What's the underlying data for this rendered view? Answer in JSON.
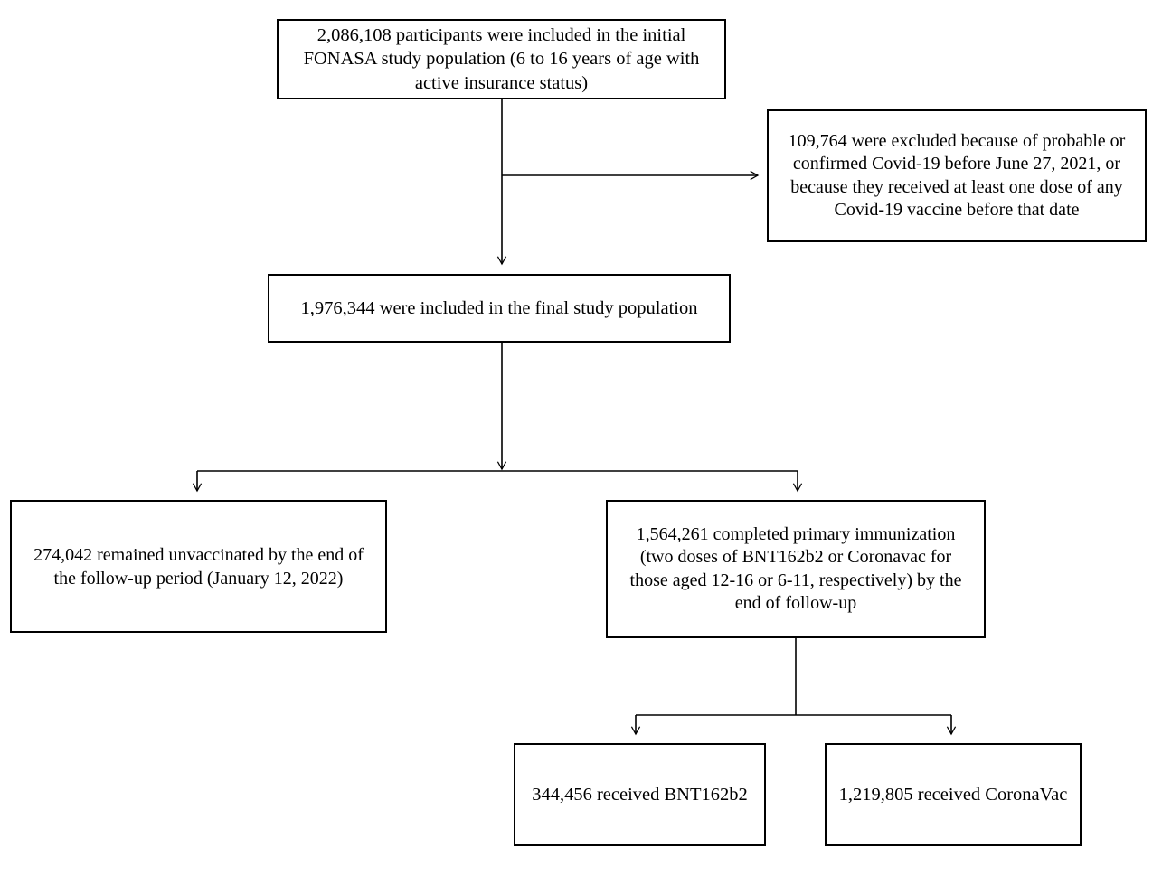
{
  "figure": {
    "type": "flowchart",
    "orientation": "top-down",
    "background_color": "#ffffff",
    "line_color": "#000000",
    "text_color": "#000000"
  },
  "nodes": {
    "initial": {
      "id": "initial",
      "text": "2,086,108 participants were included in the initial\nFONASA study population (6 to 16 years of age with\nactive insurance status)",
      "count": "2,086,108"
    },
    "excluded": {
      "id": "excluded",
      "text": "109,764 were excluded because of probable or\nconfirmed Covid-19 before June 27, 2021, or\nbecause they received at least one dose of any\nCovid-19 vaccine before that date",
      "count": "109,764"
    },
    "final": {
      "id": "final",
      "text": "1,976,344 were included in the final study population",
      "count": "1,976,344"
    },
    "unvaccinated": {
      "id": "unvaccinated",
      "text": "274,042 remained unvaccinated by the end of\nthe follow-up period (January 12, 2022)",
      "count": "274,042"
    },
    "immunized": {
      "id": "immunized",
      "text": "1,564,261 completed primary immunization\n(two doses of BNT162b2 or Coronavac for\nthose aged  12-16 or 6-11, respectively) by the\nend of follow-up",
      "count": "1,564,261"
    },
    "bnt": {
      "id": "bnt",
      "text": "344,456 received BNT162b2",
      "count": "344,456"
    },
    "coronavac": {
      "id": "coronavac",
      "text": "1,219,805 received CoronaVac",
      "count": "1,219,805"
    }
  },
  "edges": [
    {
      "from": "initial",
      "to": "excluded",
      "style": "elbow-right-arrow"
    },
    {
      "from": "initial",
      "to": "final",
      "style": "straight-down-arrow"
    },
    {
      "from": "final",
      "to": "unvaccinated",
      "style": "split-down-arrow"
    },
    {
      "from": "final",
      "to": "immunized",
      "style": "split-down-arrow"
    },
    {
      "from": "immunized",
      "to": "bnt",
      "style": "split-down-arrow"
    },
    {
      "from": "immunized",
      "to": "coronavac",
      "style": "split-down-arrow"
    }
  ]
}
